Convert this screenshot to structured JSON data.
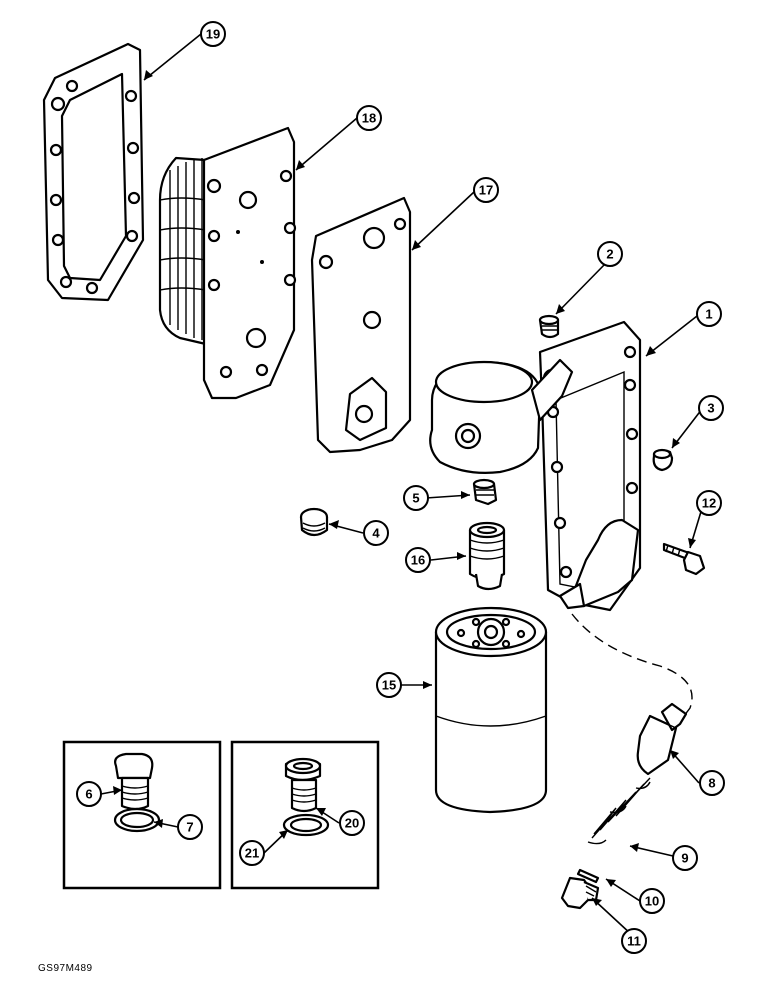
{
  "callouts": {
    "c1": "1",
    "c2": "2",
    "c3": "3",
    "c4": "4",
    "c5": "5",
    "c6": "6",
    "c7": "7",
    "c8": "8",
    "c9": "9",
    "c10": "10",
    "c11": "11",
    "c12": "12",
    "c15": "15",
    "c16": "16",
    "c17": "17",
    "c18": "18",
    "c19": "19",
    "c20": "20",
    "c21": "21"
  },
  "reference_code": "GS97M489",
  "colors": {
    "line": "#000000",
    "background": "#ffffff"
  }
}
